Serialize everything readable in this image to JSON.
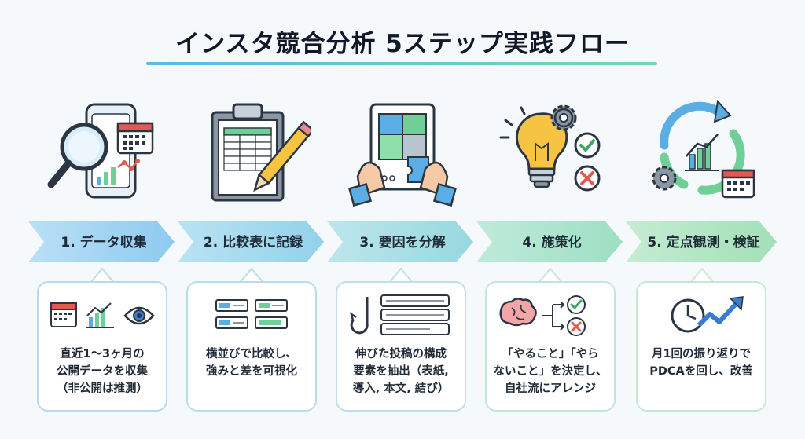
{
  "title": "インスタ競合分析 5ステップ実践フロー",
  "colors": {
    "blue": "#5aaee3",
    "teal": "#4fc3b0",
    "green": "#6fcf97",
    "red": "#e05a4f",
    "yellow": "#f6c343",
    "dark": "#2b3642"
  },
  "steps": [
    {
      "label": "1. データ収集",
      "description": [
        "直近1〜3ヶ月の",
        "公開データを収集",
        "（非公開は推測）"
      ],
      "arrow_color": "#9fd3f2",
      "card_border": "#b8d9ef",
      "icons": [
        "search-phone-icon",
        "calendar-icon",
        "chart-icon",
        "eye-icon"
      ]
    },
    {
      "label": "2. 比較表に記録",
      "description": [
        "横並びで比較し、",
        "強みと差を可視化"
      ],
      "arrow_color": "#a3d8ee",
      "card_border": "#b9dcea",
      "icons": [
        "clipboard-table-icon",
        "pencil-icon",
        "comparison-list-icon"
      ]
    },
    {
      "label": "3. 要因を分解",
      "description": [
        "伸びた投稿の構成",
        "要素を抽出（表紙,",
        "導入, 本文, 結び）"
      ],
      "arrow_color": "#a6dde6",
      "card_border": "#bfe0e6",
      "icons": [
        "puzzle-post-icon",
        "hook-icon",
        "text-lines-icon"
      ]
    },
    {
      "label": "4. 施策化",
      "description": [
        "「やること」「やら",
        "ないこと」を決定し、",
        "自社流にアレンジ"
      ],
      "arrow_color": "#a9e3d3",
      "card_border": "#c3e6d8",
      "icons": [
        "lightbulb-icon",
        "gear-icon",
        "check-icon",
        "cross-icon",
        "brain-icon"
      ]
    },
    {
      "label": "5. 定点観測・検証",
      "description": [
        "月1回の振り返りで",
        "PDCAを回し、改善"
      ],
      "arrow_color": "#b0e6c4",
      "card_border": "#c6e8d0",
      "icons": [
        "cycle-icon",
        "clock-icon",
        "trend-arrow-icon"
      ]
    }
  ]
}
